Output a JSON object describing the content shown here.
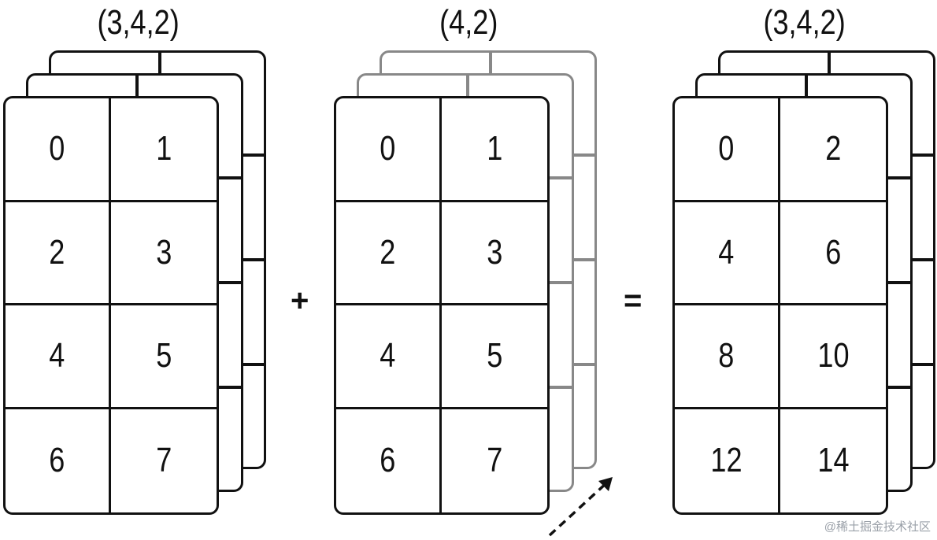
{
  "operands": [
    {
      "shape": "(3,4,2)",
      "values": [
        "0",
        "1",
        "2",
        "3",
        "4",
        "5",
        "6",
        "7"
      ],
      "back_style": "solid"
    },
    {
      "shape": "(4,2)",
      "values": [
        "0",
        "1",
        "2",
        "3",
        "4",
        "5",
        "6",
        "7"
      ],
      "back_style": "grey"
    },
    {
      "shape": "(3,4,2)",
      "values": [
        "0",
        "2",
        "4",
        "6",
        "8",
        "10",
        "12",
        "14"
      ],
      "back_style": "solid"
    }
  ],
  "operators": {
    "plus": "+",
    "equals": "="
  },
  "broadcast_arrow": {
    "style": "dashed",
    "color": "#111111"
  },
  "watermark": "@稀土掘金技术社区",
  "colors": {
    "line": "#111111",
    "broadcast_line": "#888888",
    "background": "#ffffff"
  }
}
